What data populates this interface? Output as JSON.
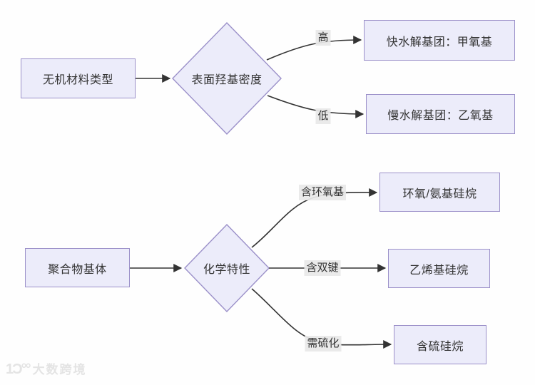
{
  "flowchart": {
    "top": {
      "source": "无机材料类型",
      "decision": "表面羟基密度",
      "branches": [
        {
          "condition": "高",
          "result": "快水解基团：甲氧基"
        },
        {
          "condition": "低",
          "result": "慢水解基团：乙氧基"
        }
      ]
    },
    "bottom": {
      "source": "聚合物基体",
      "decision": "化学特性",
      "branches": [
        {
          "condition": "含环氧基",
          "result": "环氧/氨基硅烷"
        },
        {
          "condition": "含双键",
          "result": "乙烯基硅烷"
        },
        {
          "condition": "需硫化",
          "result": "含硫硅烷"
        }
      ]
    },
    "colors": {
      "node_fill": "#ECECFA",
      "node_border": "#9B90C9",
      "edge_line": "#333333",
      "edge_label_bg": "#E8E8E8",
      "text": "#333333"
    }
  },
  "watermark": {
    "logo": "1Ɔ°°",
    "brand": "大数跨境"
  }
}
